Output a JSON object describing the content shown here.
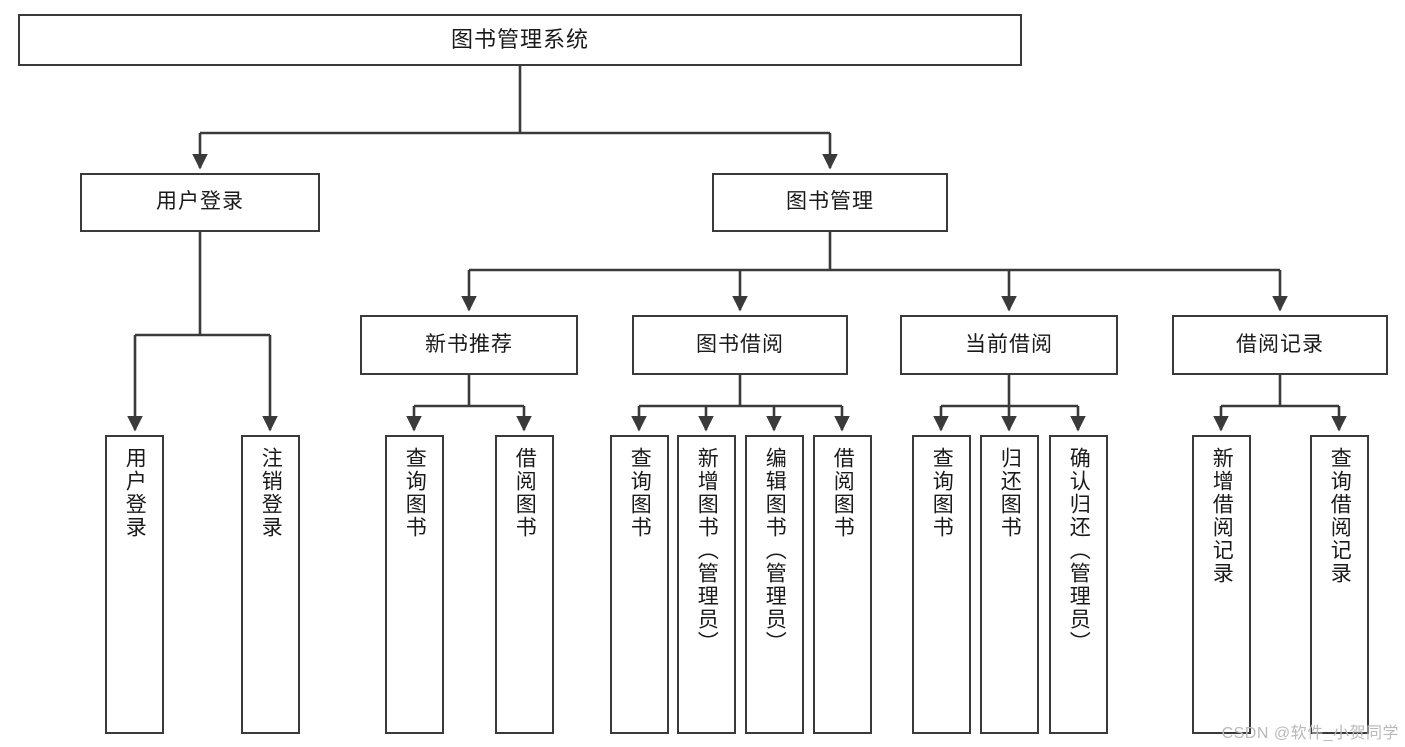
{
  "diagram": {
    "title": "图书管理系统",
    "type": "tree",
    "watermark": "CSDN @软件_小贺同学",
    "colors": {
      "box_border": "#3a3a3a",
      "box_fill": "#ffffff",
      "connector": "#3a3a3a",
      "text": "#1a1a1a",
      "watermark": "#b9b9b9",
      "background": "#ffffff"
    },
    "root": {
      "label": "图书管理系统"
    },
    "level2": [
      {
        "label": "用户登录"
      },
      {
        "label": "图书管理"
      }
    ],
    "level3": [
      {
        "label": "新书推荐"
      },
      {
        "label": "图书借阅"
      },
      {
        "label": "当前借阅"
      },
      {
        "label": "借阅记录"
      }
    ],
    "leaves": {
      "user_login": [
        {
          "label": "用户登录"
        },
        {
          "label": "注销登录"
        }
      ],
      "new_book_recommend": [
        {
          "label": "查询图书"
        },
        {
          "label": "借阅图书"
        }
      ],
      "book_borrow": [
        {
          "label": "查询图书"
        },
        {
          "label": "新增图书（管理员）"
        },
        {
          "label": "编辑图书（管理员）"
        },
        {
          "label": "借阅图书"
        }
      ],
      "current_borrow": [
        {
          "label": "查询图书"
        },
        {
          "label": "归还图书"
        },
        {
          "label": "确认归还（管理员）"
        }
      ],
      "borrow_record": [
        {
          "label": "新增借阅记录"
        },
        {
          "label": "查询借阅记录"
        }
      ]
    }
  }
}
